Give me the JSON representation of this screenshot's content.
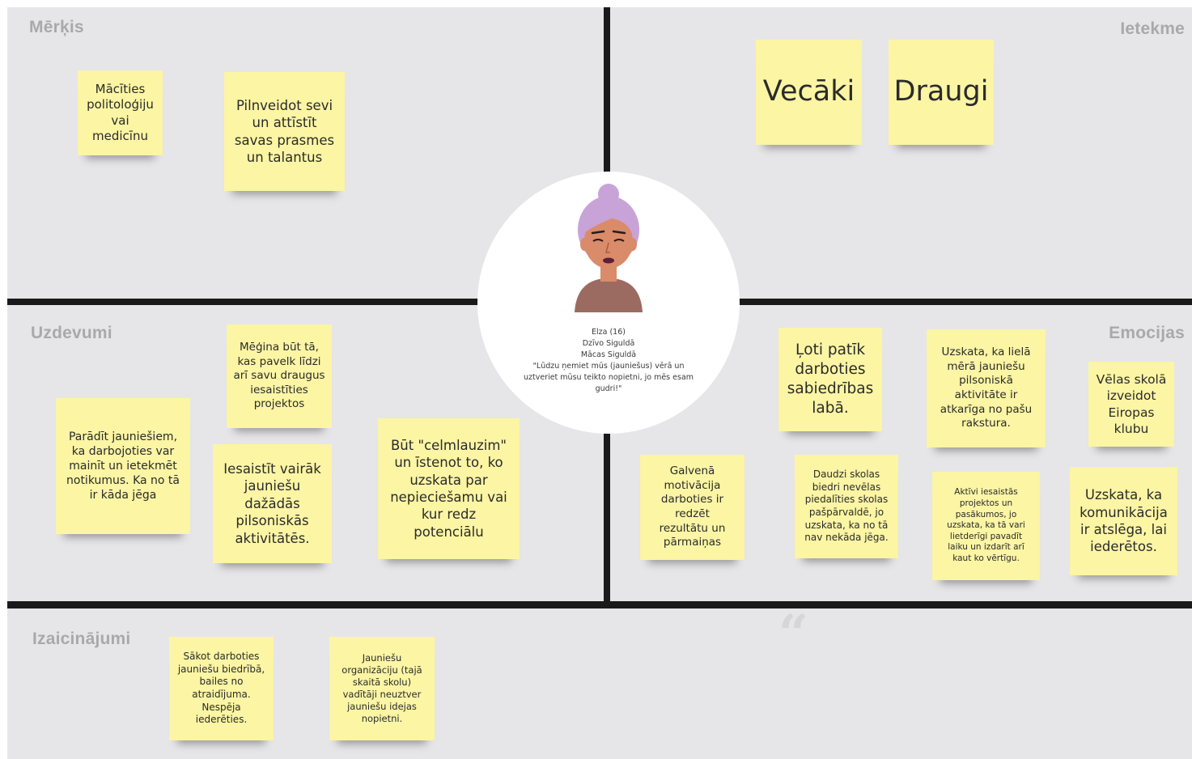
{
  "sections": {
    "goal": "Mērķis",
    "influence": "Ietekme",
    "tasks": "Uzdevumi",
    "emotions": "Emocijas",
    "challenges": "Izaicinājumi"
  },
  "persona": {
    "name": "Elza (16)",
    "lives": "Dzīvo Siguldā",
    "studies": "Mācas Siguldā",
    "quote": "\"Lūdzu ņemiet mūs (jauniešus) vērā un uztveriet mūsu teikto nopietni, jo mēs esam gudri!\""
  },
  "quote_icon": "“",
  "notes": {
    "goal_1": "Mācīties politoloģiju vai medicīnu",
    "goal_2": "Pilnveidot sevi un attīstīt savas prasmes un talantus",
    "influence_1": "Vecāki",
    "influence_2": "Draugi",
    "task_1": "Mēģina būt tā, kas pavelk līdzi arī savu draugus iesaistīties projektos",
    "task_2": "Parādīt jauniešiem, ka darbojoties var mainīt un ietekmēt notikumus. Ka no tā ir kāda jēga",
    "task_3": "Iesaistīt vairāk jauniešu dažādās pilsoniskās aktivitātēs.",
    "task_4": "Būt \"celmlauzim\" un īstenot to, ko uzskata par nepieciešamu vai kur redz potenciālu",
    "emotion_1": "Ļoti patīk darboties sabiedrības labā.",
    "emotion_2": "Uzskata, ka lielā mērā jauniešu pilsoniskā aktivitāte ir atkarīga no pašu rakstura.",
    "emotion_3": "Vēlas skolā izveidot Eiropas klubu",
    "emotion_4": "Galvenā motivācija darboties ir redzēt rezultātu un pārmaiņas",
    "emotion_5": "Daudzi skolas biedri nevēlas piedalīties skolas pašpārvaldē, jo uzskata, ka no tā nav nekāda jēga.",
    "emotion_6": "Aktīvi iesaistās projektos un pasākumos, jo uzskata, ka tā vari lietderīgi pavadīt laiku un izdarīt arī kaut ko vērtīgu.",
    "emotion_7": "Uzskata, ka komunikācija ir atslēga, lai iederētos.",
    "challenge_1": "Sākot darboties jauniešu biedrībā, bailes no atraidījuma. Nespēja iederēties.",
    "challenge_2": "Jauniešu organizāciju (tajā skaitā skolu) vadītāji neuztver jauniešu idejas nopietni."
  },
  "colors": {
    "board": "#e6e6e8",
    "sticky": "#fbf5a4",
    "divider": "#1a1a1a",
    "title": "#a9a9ac",
    "hair": "#c8a3d8",
    "skin": "#d98b6a",
    "shirt": "#9b6b62"
  }
}
